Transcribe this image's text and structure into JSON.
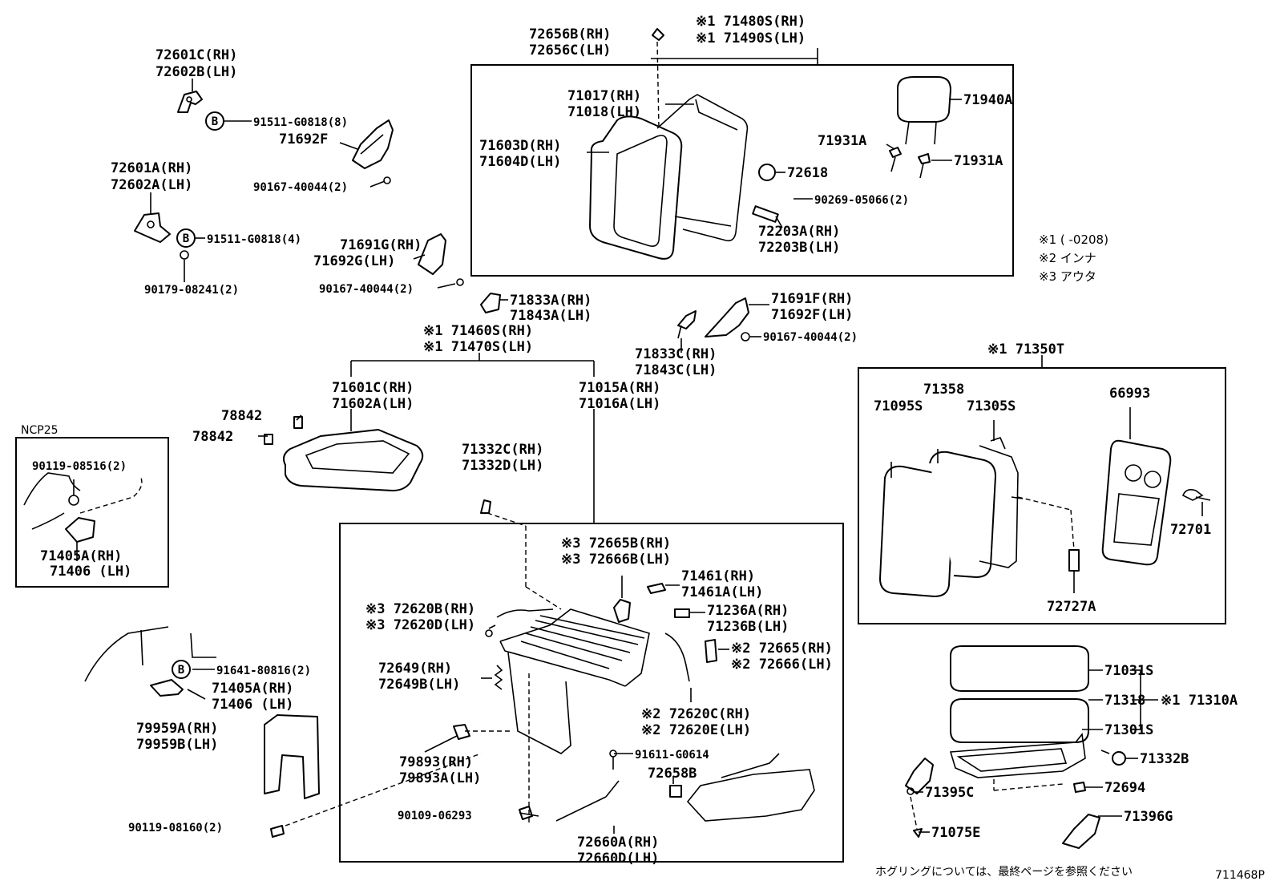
{
  "labels": {
    "l72601c": "72601C(RH)",
    "l72602b": "72602B(LH)",
    "l91511a": "91511-G0818(8)",
    "l71692f_a": "71692F",
    "l90167a": "90167-40044(2)",
    "l72601a": "72601A(RH)",
    "l72602a": "72602A(LH)",
    "l91511b": "91511-G0818(4)",
    "l71691g": "71691G(RH)",
    "l71692g": "71692G(LH)",
    "l90179": "90179-08241(2)",
    "l90167b": "90167-40044(2)",
    "l72656b": "72656B(RH)",
    "l72656c": "72656C(LH)",
    "l71480s": "※1 71480S(RH)",
    "l71490s": "※1 71490S(LH)",
    "l71017": "71017(RH)",
    "l71018": "71018(LH)",
    "l71603d": "71603D(RH)",
    "l71604d": "71604D(LH)",
    "l71940a": "71940A",
    "l71931a_1": "71931A",
    "l71931a_2": "71931A",
    "l72618": "72618",
    "l90269": "90269-05066(2)",
    "l72203a": "72203A(RH)",
    "l72203b": "72203B(LH)",
    "l71833a": "71833A(RH)",
    "l71843a": "71843A(LH)",
    "l71691f": "71691F(RH)",
    "l71692f_b": "71692F(LH)",
    "l90167c": "90167-40044(2)",
    "l71460s": "※1 71460S(RH)",
    "l71470s": "※1 71470S(LH)",
    "l71833c": "71833C(RH)",
    "l71843c": "71843C(LH)",
    "l71601c": "71601C(RH)",
    "l71602a": "71602A(LH)",
    "l71015a": "71015A(RH)",
    "l71016a": "71016A(LH)",
    "l78842_1": "78842",
    "l78842_2": "78842",
    "l71332c": "71332C(RH)",
    "l71332d": "71332D(LH)",
    "l71350t": "※1 71350T",
    "l71358": "71358",
    "l71095s": "71095S",
    "l71305s": "71305S",
    "l66993": "66993",
    "l72701": "72701",
    "l72727a": "72727A",
    "ncp25": "NCP25",
    "l90119_08516": "90119-08516(2)",
    "l71405a_1": "71405A(RH)",
    "l71406_1": "71406  (LH)",
    "l91641": "91641-80816(2)",
    "l71405a_2": "71405A(RH)",
    "l71406_2": "71406  (LH)",
    "l79959a": "79959A(RH)",
    "l79959b": "79959B(LH)",
    "l90119_08160": "90119-08160(2)",
    "l72665b": "※3 72665B(RH)",
    "l72666b": "※3 72666B(LH)",
    "l71461": "71461(RH)",
    "l71461a": "71461A(LH)",
    "l72620b": "※3 72620B(RH)",
    "l72620d": "※3 72620D(LH)",
    "l71236a": "71236A(RH)",
    "l71236b": "71236B(LH)",
    "l72665": "※2 72665(RH)",
    "l72666": "※2 72666(LH)",
    "l72649": "72649(RH)",
    "l72649b": "72649B(LH)",
    "l72620c": "※2 72620C(RH)",
    "l72620e": "※2 72620E(LH)",
    "l91611": "91611-G0614",
    "l72658b": "72658B",
    "l79893": "79893(RH)",
    "l79893a": "79893A(LH)",
    "l90109": "90109-06293",
    "l72660a": "72660A(RH)",
    "l72660d": "72660D(LH)",
    "l71031s": "71031S",
    "l71318": "71318",
    "l71310a": "※1 71310A",
    "l71301s": "71301S",
    "l71332b": "71332B",
    "l71395c": "71395C",
    "l72694": "72694",
    "l71396g": "71396G",
    "l71075e": "71075E",
    "bolt_mark": "B"
  },
  "notes": {
    "n1": "※1 (      -0208)",
    "n2": "※2 インナ",
    "n3": "※3 アウタ"
  },
  "footer": {
    "text": "ホグリングについては、最終ページを参照ください",
    "code": "711468P"
  }
}
